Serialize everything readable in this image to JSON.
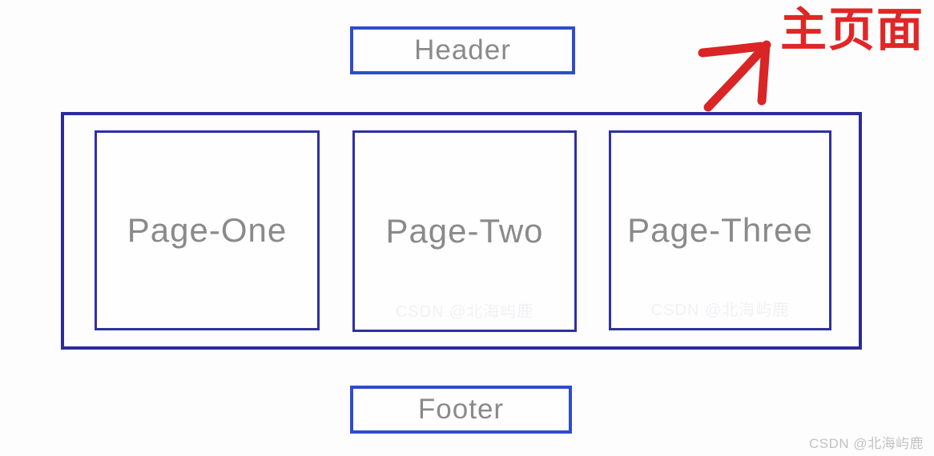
{
  "diagram": {
    "header_label": "Header",
    "pages": [
      "Page-One",
      "Page-Two",
      "Page-Three"
    ],
    "footer_label": "Footer",
    "annotation_label": "主页面",
    "watermark": "CSDN @北海屿鹿",
    "colors": {
      "header_footer_border": "#2e4ccb",
      "container_border": "#2c2c99",
      "page_border": "#3030a4",
      "label_text": "#8a8a8a",
      "annotation_red": "#e02626",
      "arrow_red": "#d92525",
      "watermark_gray": "#c2c2c2"
    }
  }
}
